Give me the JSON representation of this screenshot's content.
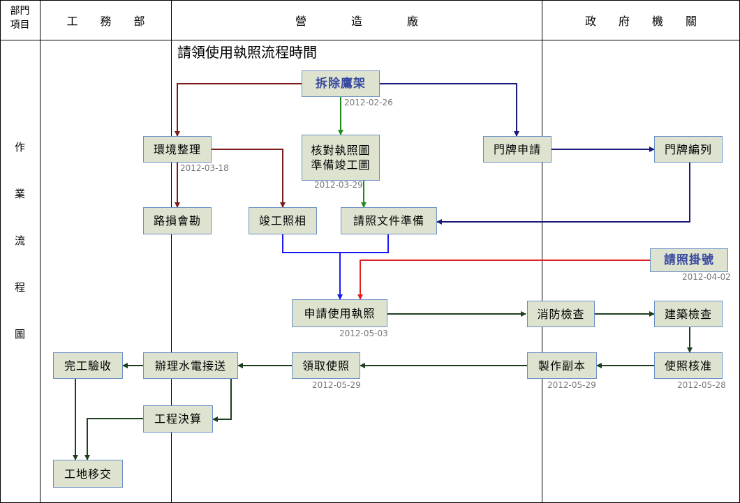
{
  "header": {
    "corner_top": "部門",
    "corner_bottom": "項目",
    "columns": [
      "工　　務　　部",
      "營　　　　造　　　　廠",
      "政　　府　　機　　關"
    ]
  },
  "side_label": [
    "作",
    "業",
    "流",
    "程",
    "圖"
  ],
  "title": "請領使用執照流程時間",
  "nodes": {
    "demolish": "拆除鷹架",
    "env": "環境整理",
    "verify": "核對執照圖\n準備竣工圖",
    "doorplate_apply": "門牌申請",
    "doorplate_assign": "門牌編列",
    "road": "路損會勘",
    "photo": "竣工照相",
    "docs": "請照文件準備",
    "register": "請照掛號",
    "apply_use": "申請使用執照",
    "fire": "消防檢查",
    "building": "建築檢查",
    "approve": "使照核准",
    "copy": "製作副本",
    "receive": "領取使照",
    "utility": "辦理水電接送",
    "acceptance": "完工驗收",
    "settlement": "工程決算",
    "handover": "工地移交"
  },
  "dates": {
    "demolish": "2012-02-26",
    "env": "2012-03-18",
    "verify": "2012-03-29",
    "register": "2012-04-02",
    "apply_use": "2012-05-03",
    "receive": "2012-05-29",
    "copy": "2012-05-29",
    "approve": "2012-05-28"
  },
  "colors": {
    "node_fill": "#dde3cf",
    "node_border": "#6b8fc6",
    "dark_red": "#7a1c1c",
    "green": "#1f8a1f",
    "navy": "#1a1a7a",
    "blue": "#1a1aee",
    "red": "#e02020",
    "dark_green": "#1e3f1e"
  }
}
